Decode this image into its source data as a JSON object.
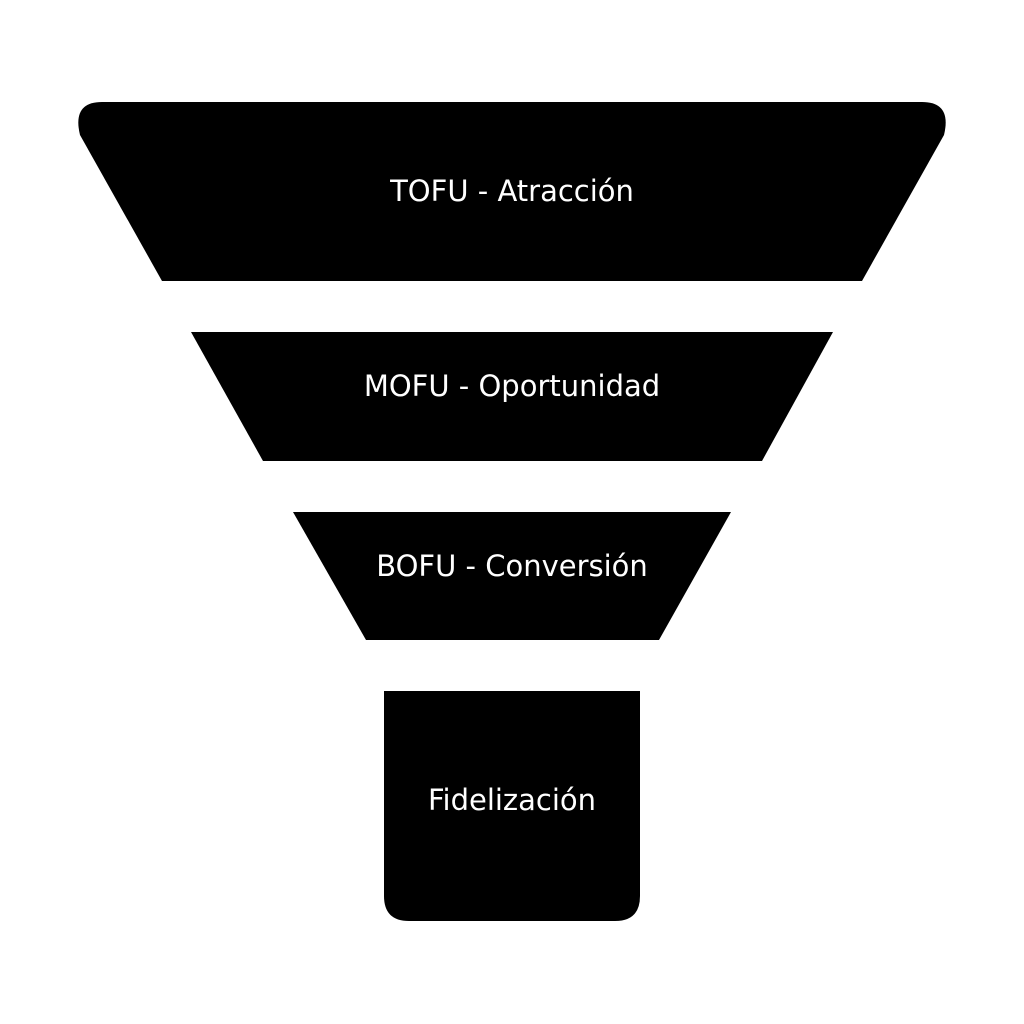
{
  "funnel": {
    "fill_color": "#000000",
    "text_color": "#ffffff",
    "background_color": "#ffffff",
    "stages": [
      {
        "id": "tofu",
        "label": "TOFU - Atracción"
      },
      {
        "id": "mofu",
        "label": "MOFU - Oportunidad"
      },
      {
        "id": "bofu",
        "label": "BOFU - Conversión"
      },
      {
        "id": "fidelizacion",
        "label": "Fidelización"
      }
    ]
  }
}
